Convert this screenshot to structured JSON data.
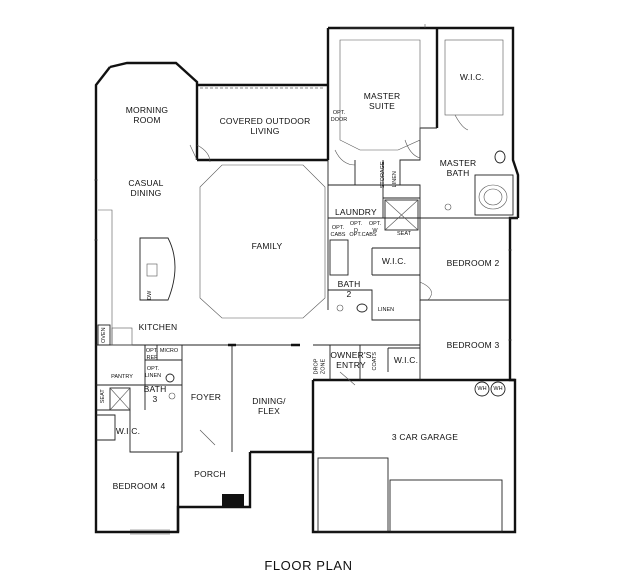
{
  "rooms": {
    "morning_room": "MORNING\nROOM",
    "covered_outdoor_living": "COVERED OUTDOOR\nLIVING",
    "master_suite": "MASTER\nSUITE",
    "wic_master": "W.I.C.",
    "master_bath": "MASTER\nBATH",
    "casual_dining": "CASUAL\nDINING",
    "family": "FAMILY",
    "laundry": "LAUNDRY",
    "bedroom_2": "BEDROOM 2",
    "wic_bed2": "W.I.C.",
    "bath_2": "BATH\n2",
    "linen_bath2": "LINEN",
    "kitchen": "KITCHEN",
    "bedroom_3": "BEDROOM 3",
    "wic_bed3": "W.I.C.",
    "owners_entry": "OWNER'S\nENTRY",
    "foyer": "FOYER",
    "dining_flex": "DINING/\nFLEX",
    "bath_3": "BATH\n3",
    "pantry": "PANTRY",
    "wic_bed4": "W.I.C.",
    "three_car_garage": "3 CAR GARAGE",
    "porch": "PORCH",
    "bedroom_4": "BEDROOM 4"
  },
  "small_labels": {
    "opt_door": "OPT.\nDOOR",
    "storage": "STORAGE",
    "linen_master": "LINEN",
    "seat_master": "SEAT",
    "opt_cabs_1": "OPT.\nCABS",
    "opt_d": "OPT.\nD",
    "opt_cabs_2": "OPT.CABS",
    "opt_w": "OPT.\nW",
    "dw": "DW",
    "oven": "OVEN",
    "opt_ref": "OPT.\nREF",
    "micro": "MICRO",
    "opt_linen": "OPT.\nLINEN",
    "drop_zone": "DROP\nZONE",
    "coats": "COATS",
    "wh_1": "WH",
    "wh_2": "WH",
    "seat_bath3": "SEAT"
  },
  "footer": {
    "title": "FLOOR PLAN"
  }
}
